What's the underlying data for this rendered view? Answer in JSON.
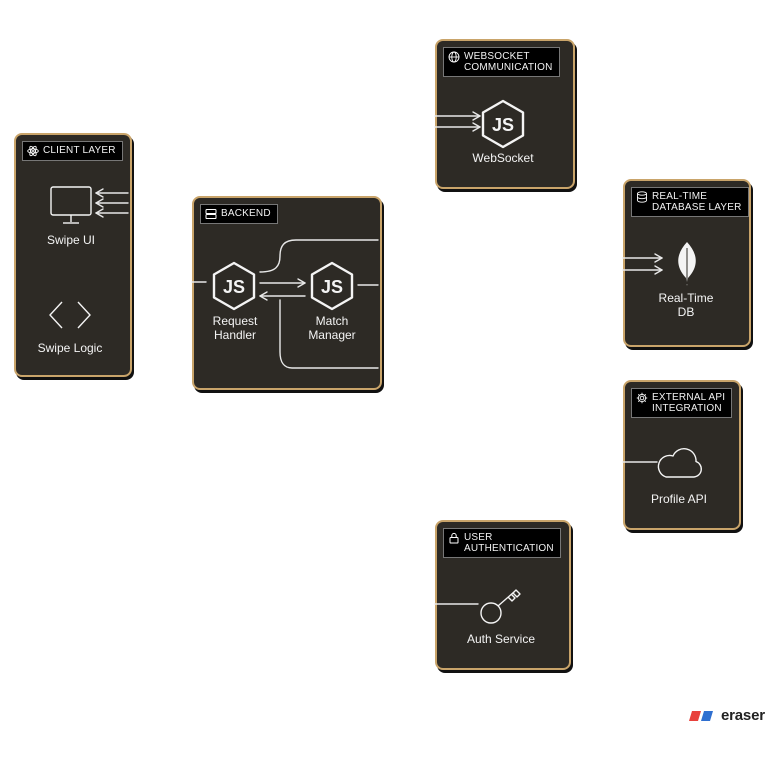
{
  "groups": {
    "client": {
      "title": "CLIENT LAYER",
      "icon": "react-icon"
    },
    "backend": {
      "title": "BACKEND",
      "icon": "server-icon"
    },
    "websocket": {
      "title": "WEBSOCKET\nCOMMUNICATION",
      "icon": "globe-icon"
    },
    "realtime": {
      "title": "REAL-TIME\nDATABASE LAYER",
      "icon": "database-icon"
    },
    "external": {
      "title": "EXTERNAL API\nINTEGRATION",
      "icon": "gear-icon"
    },
    "auth": {
      "title": "USER\nAUTHENTICATION",
      "icon": "lock-icon"
    }
  },
  "nodes": {
    "swipe_ui": {
      "label": "Swipe UI",
      "icon": "monitor-icon"
    },
    "swipe_logic": {
      "label": "Swipe Logic",
      "icon": "code-icon"
    },
    "request_handler": {
      "label": "Request\nHandler",
      "icon": "nodejs-icon"
    },
    "match_manager": {
      "label": "Match\nManager",
      "icon": "nodejs-icon"
    },
    "websocket": {
      "label": "WebSocket",
      "icon": "nodejs-icon"
    },
    "realtime_db": {
      "label": "Real-Time\nDB",
      "icon": "mongodb-leaf-icon"
    },
    "profile_api": {
      "label": "Profile API",
      "icon": "cloud-icon"
    },
    "auth_service": {
      "label": "Auth Service",
      "icon": "key-icon"
    }
  },
  "brand": {
    "name": "eraser"
  },
  "colors": {
    "group_bg": "#2d2a25",
    "group_border": "#c9a46a",
    "edge": "#e8e8e8",
    "text": "#f4f4f4"
  }
}
